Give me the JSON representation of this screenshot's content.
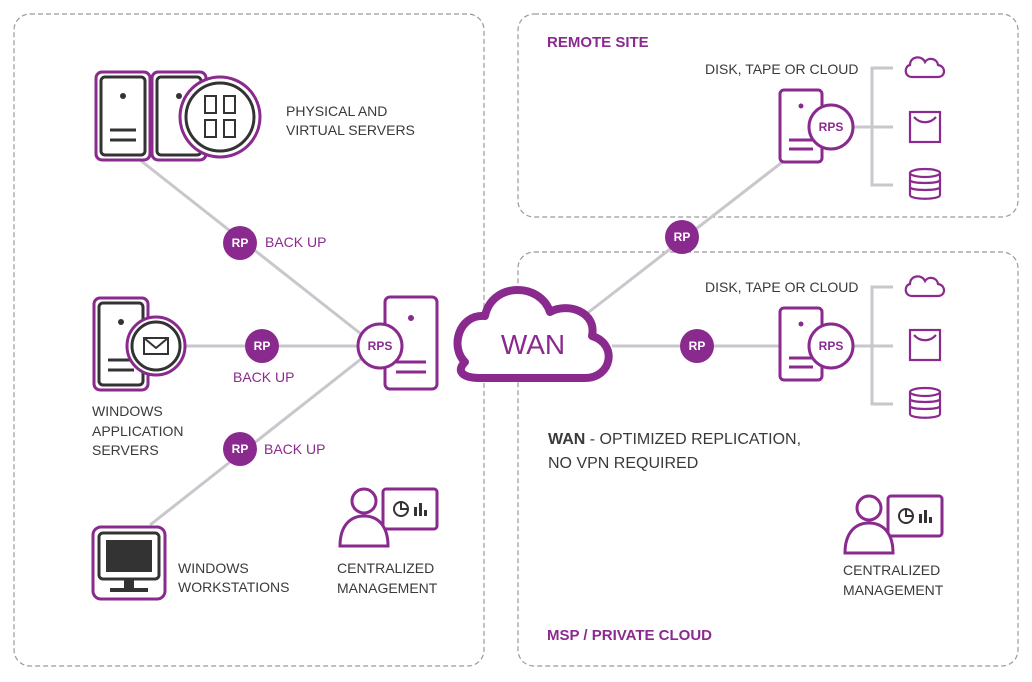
{
  "colors": {
    "accent": "#8a2a8e",
    "line": "#c9c6cc",
    "dark": "#3a3a3a",
    "border": "#9a9a9a"
  },
  "regions": {
    "remote": "REMOTE SITE",
    "msp": "MSP / PRIVATE CLOUD"
  },
  "sources": {
    "physical": [
      "PHYSICAL AND",
      "VIRTUAL SERVERS"
    ],
    "app": [
      "WINDOWS",
      "APPLICATION",
      "SERVERS"
    ],
    "workstation": [
      "WINDOWS",
      "WORKSTATIONS"
    ]
  },
  "backup_label": "BACK UP",
  "rp_badge": "RP",
  "rps_badge": "RPS",
  "wan_label": "WAN",
  "storage_label": "DISK, TAPE OR CLOUD",
  "wan_desc": {
    "bold": "WAN",
    "rest": " - OPTIMIZED REPLICATION,",
    "line2": "NO VPN REQUIRED"
  },
  "management": [
    "CENTRALIZED",
    "MANAGEMENT"
  ],
  "icons": [
    "server-icon",
    "vm-icon",
    "mail-icon",
    "monitor-icon",
    "cloud-icon",
    "tape-icon",
    "disk-icon",
    "user-icon",
    "chart-icon",
    "pie-chart-icon"
  ]
}
